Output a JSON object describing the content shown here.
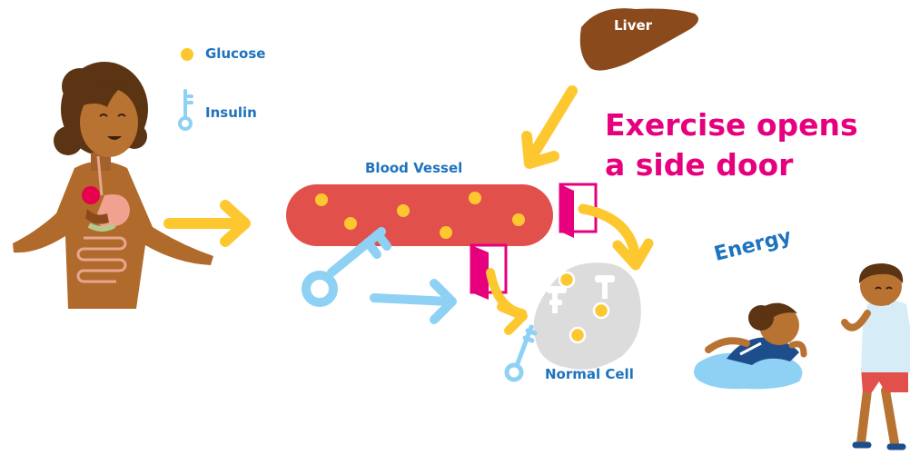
{
  "legend": {
    "glucose_label": "Glucose",
    "insulin_label": "Insulin"
  },
  "labels": {
    "liver": "Liver",
    "blood_vessel": "Blood Vessel",
    "normal_cell": "Normal Cell",
    "energy": "Energy"
  },
  "headline": {
    "line1": "Exercise opens",
    "line2": "a side door"
  },
  "colors": {
    "glucose": "#fdc82f",
    "insulin_key": "#8ed1f4",
    "blood_vessel": "#e2504c",
    "door": "#e6007e",
    "arrow_yellow": "#fdc82f",
    "arrow_blue": "#8ed1f4",
    "liver": "#8a4a1c",
    "cell": "#d9d9d9",
    "text_blue": "#1e73be",
    "headline": "#e6007e"
  }
}
